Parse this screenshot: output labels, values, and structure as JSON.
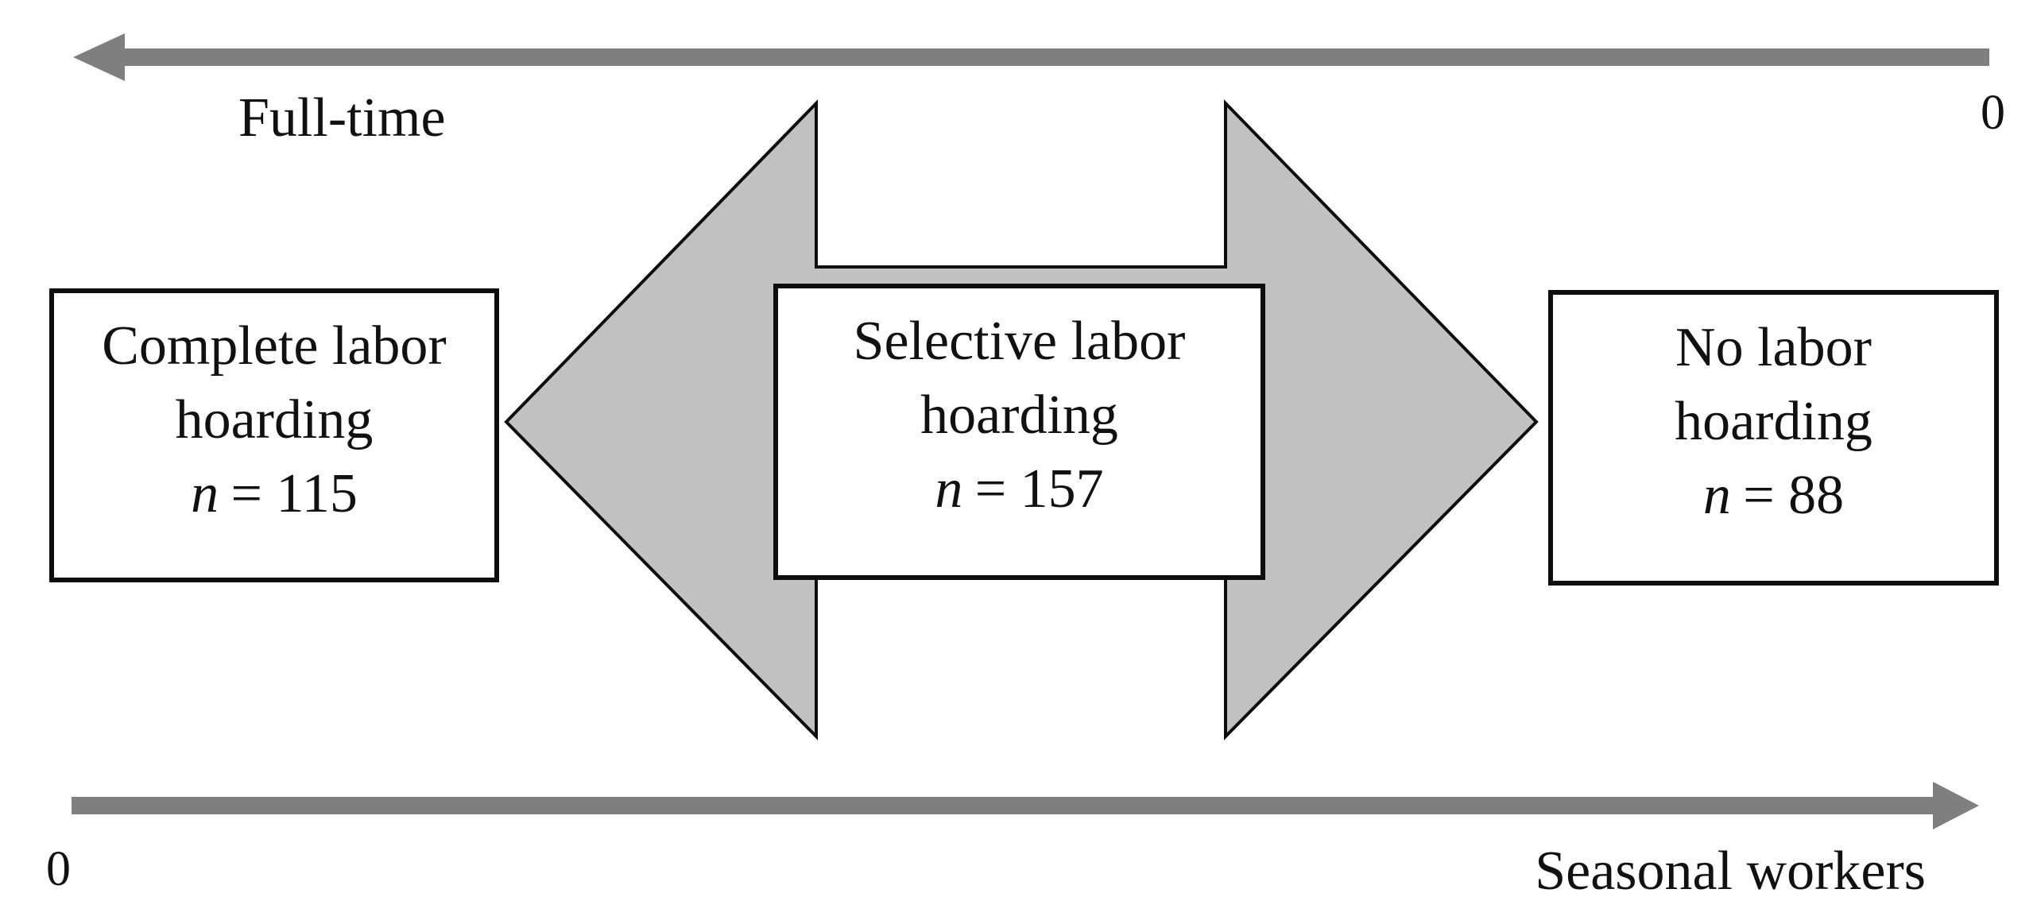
{
  "diagram": {
    "top_axis": {
      "label": "Full-time",
      "end_label": "0",
      "direction": "left"
    },
    "bottom_axis": {
      "label": "Seasonal workers",
      "start_label": "0",
      "direction": "right"
    },
    "boxes": [
      {
        "title_line1": "Complete labor",
        "title_line2": "hoarding",
        "n_symbol": "n",
        "n_equals": "= 115"
      },
      {
        "title_line1": "Selective labor",
        "title_line2": "hoarding",
        "n_symbol": "n",
        "n_equals": "= 157"
      },
      {
        "title_line1": "No labor",
        "title_line2": "hoarding",
        "n_symbol": "n",
        "n_equals": "= 88"
      }
    ],
    "colors": {
      "big_arrow_fill": "#c1c1c1",
      "big_arrow_stroke": "#0d0d0d",
      "axis_arrow": "#7f7f7f",
      "text": "#111111"
    }
  }
}
